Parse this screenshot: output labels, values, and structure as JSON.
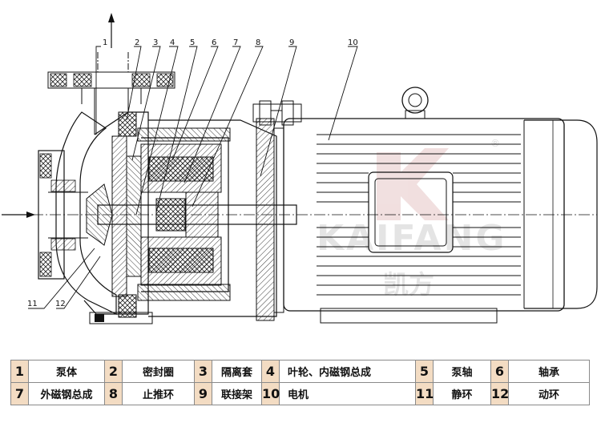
{
  "callouts": {
    "c1": "1",
    "c2": "2",
    "c3": "3",
    "c4": "4",
    "c5": "5",
    "c6": "6",
    "c7": "7",
    "c8": "8",
    "c9": "9",
    "c10": "10",
    "c11": "11",
    "c12": "12"
  },
  "watermark": {
    "brand_latin": "KAIFANG",
    "brand_cn": "凯方",
    "registered": "®"
  },
  "legend": {
    "rows": [
      [
        {
          "num": "1",
          "name": "泵体"
        },
        {
          "num": "2",
          "name": "密封圈"
        },
        {
          "num": "3",
          "name": "隔离套"
        },
        {
          "num": "4",
          "name": "叶轮、内磁钢总成"
        },
        {
          "num": "5",
          "name": "泵轴"
        },
        {
          "num": "6",
          "name": "轴承"
        }
      ],
      [
        {
          "num": "7",
          "name": "外磁钢总成"
        },
        {
          "num": "8",
          "name": "止推环"
        },
        {
          "num": "9",
          "name": "联接架"
        },
        {
          "num": "10",
          "name": "电机"
        },
        {
          "num": "11",
          "name": "静环"
        },
        {
          "num": "12",
          "name": "动环"
        }
      ]
    ]
  },
  "colors": {
    "legend_number_bg": "#f3dcc3",
    "line": "#111111",
    "watermark": "#d8d8d8"
  }
}
